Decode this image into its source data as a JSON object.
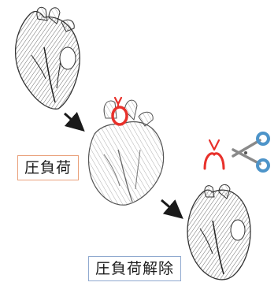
{
  "labels": {
    "pressure_overload": "圧負荷",
    "overload_release": "圧負荷解除"
  },
  "colors": {
    "pressure_box_border": "#e9a07a",
    "release_box_border": "#8fa9cf",
    "clip": "#e8312b",
    "scissors": "#4d94c9",
    "arrow": "#1a1a1a"
  },
  "icons": [
    "heart-illustration",
    "hypertrophied-heart-illustration",
    "aortic-band-icon",
    "clip-icon",
    "scissors-icon",
    "arrow-icon"
  ]
}
